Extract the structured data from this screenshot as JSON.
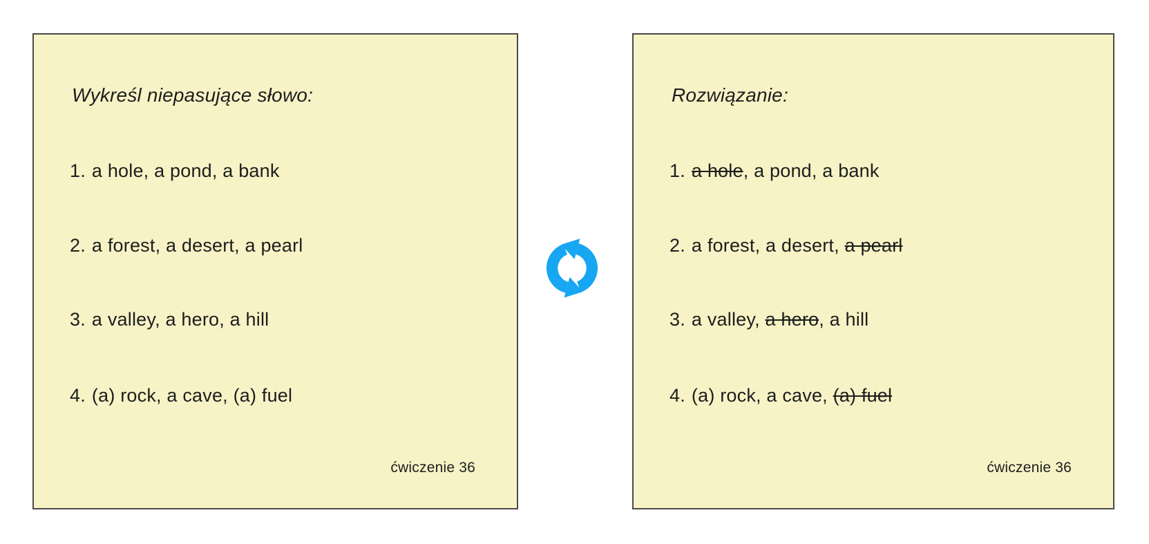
{
  "colors": {
    "card_background": "#f7f3c6",
    "card_border": "#4a4a4a",
    "text": "#1d1d1d",
    "icon_blue": "#17a6f2",
    "page_background": "#ffffff"
  },
  "left_card": {
    "title": "Wykreśl niepasujące słowo:",
    "items": [
      {
        "number": "1.",
        "segments": [
          {
            "text": "a hole, a pond, a bank",
            "struck": false
          }
        ]
      },
      {
        "number": "2.",
        "segments": [
          {
            "text": "a forest, a desert, a pearl",
            "struck": false
          }
        ]
      },
      {
        "number": "3.",
        "segments": [
          {
            "text": "a valley, a hero, a hill",
            "struck": false
          }
        ]
      },
      {
        "number": "4.",
        "segments": [
          {
            "text": "(a) rock, a cave, (a) fuel",
            "struck": false
          }
        ]
      }
    ],
    "footer": "ćwiczenie 36"
  },
  "right_card": {
    "title": "Rozwiązanie:",
    "items": [
      {
        "number": "1.",
        "segments": [
          {
            "text": "a hole",
            "struck": true
          },
          {
            "text": ", a pond, a bank",
            "struck": false
          }
        ]
      },
      {
        "number": "2.",
        "segments": [
          {
            "text": "a forest, a desert, ",
            "struck": false
          },
          {
            "text": "a pearl",
            "struck": true
          }
        ]
      },
      {
        "number": "3.",
        "segments": [
          {
            "text": "a valley, ",
            "struck": false
          },
          {
            "text": "a hero",
            "struck": true
          },
          {
            "text": ", a hill",
            "struck": false
          }
        ]
      },
      {
        "number": "4.",
        "segments": [
          {
            "text": "(a) rock, a cave, ",
            "struck": false
          },
          {
            "text": "(a) fuel",
            "struck": true
          }
        ]
      }
    ],
    "footer": "ćwiczenie 36"
  },
  "icon": {
    "name": "cycle-arrows",
    "color": "#17a6f2"
  }
}
